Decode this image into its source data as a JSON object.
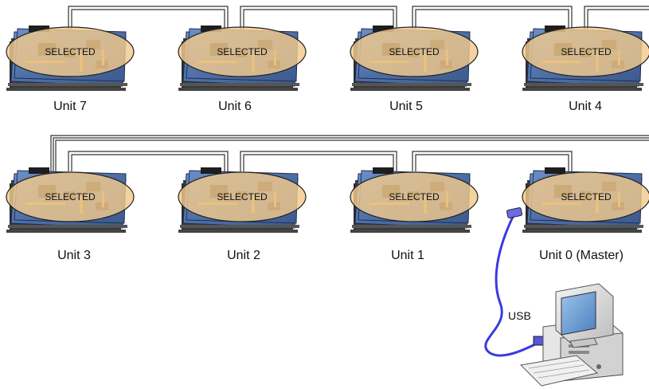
{
  "diagram": {
    "units": [
      {
        "id": "unit-7",
        "label": "Unit 7",
        "overlay": "SELECTED"
      },
      {
        "id": "unit-6",
        "label": "Unit 6",
        "overlay": "SELECTED"
      },
      {
        "id": "unit-5",
        "label": "Unit 5",
        "overlay": "SELECTED"
      },
      {
        "id": "unit-4",
        "label": "Unit 4",
        "overlay": "SELECTED"
      },
      {
        "id": "unit-3",
        "label": "Unit 3",
        "overlay": "SELECTED"
      },
      {
        "id": "unit-2",
        "label": "Unit 2",
        "overlay": "SELECTED"
      },
      {
        "id": "unit-1",
        "label": "Unit 1",
        "overlay": "SELECTED"
      },
      {
        "id": "unit-0",
        "label": "Unit 0 (Master)",
        "overlay": "SELECTED"
      }
    ],
    "usb_label": "USB",
    "colors": {
      "ellipse_fill": "#F2C98C",
      "ellipse_stroke": "#222222",
      "board_blue": "#5A7FB8",
      "board_gold": "#C89A3C",
      "usb_cable": "#3A3AE0",
      "wire": "#333333"
    }
  }
}
